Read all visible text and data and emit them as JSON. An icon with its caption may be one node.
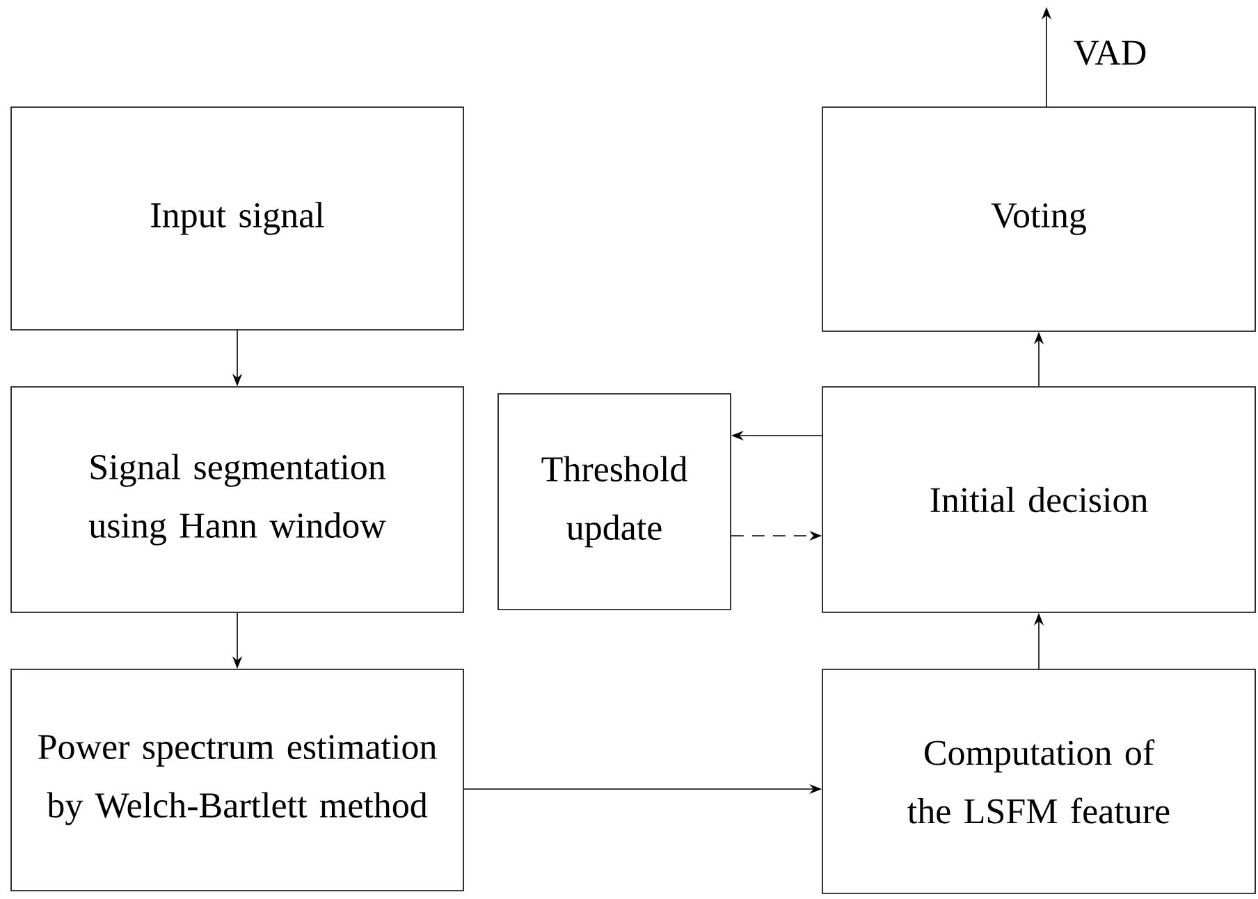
{
  "diagram": {
    "nodes": [
      {
        "text": [
          "Input signal"
        ]
      },
      {
        "text": [
          "Signal segmentation using Hann window"
        ]
      },
      {
        "text": [
          "Power spectrum estimation by Welch-Bartlett method"
        ]
      },
      {
        "text": [
          "Threshold update"
        ]
      },
      {
        "text": [
          "Voting"
        ]
      },
      {
        "text": [
          "Initial decision"
        ]
      },
      {
        "text": [
          "Computation of the LSFM feature"
        ]
      }
    ],
    "edges": [
      {
        "from": 0,
        "to": 1,
        "arrow": "to"
      },
      {
        "from": 1,
        "to": 2,
        "arrow": "to"
      },
      {
        "from": 2,
        "to": 6,
        "arrow": "to"
      },
      {
        "from": 6,
        "to": 5,
        "arrow": "to"
      },
      {
        "from": 5,
        "to": 4,
        "arrow": "to"
      },
      {
        "from": 5,
        "to": 3,
        "arrow": "to"
      },
      {
        "from": 3,
        "to": 5,
        "arrow": "to",
        "style": "dashed"
      },
      {
        "from": 4,
        "to": null,
        "arrow": "to",
        "label": "VAD"
      }
    ]
  }
}
